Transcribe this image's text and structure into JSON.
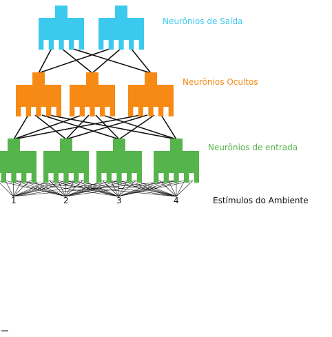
{
  "labels": {
    "output_layer": "Neurônios de Saída",
    "hidden_layer": "Neurônios Ocultos",
    "input_layer": "Neurônios de entrada",
    "stimuli": "Estímulos do Ambiente"
  },
  "input_numbers": [
    "1",
    "2",
    "3",
    "4"
  ],
  "colors": {
    "output": "#3cc9ee",
    "hidden": "#f68a14",
    "input": "#56b44c",
    "line": "#111111",
    "stimuli_text": "#111111"
  },
  "layers": {
    "output_count": 2,
    "hidden_count": 3,
    "input_count": 4
  }
}
